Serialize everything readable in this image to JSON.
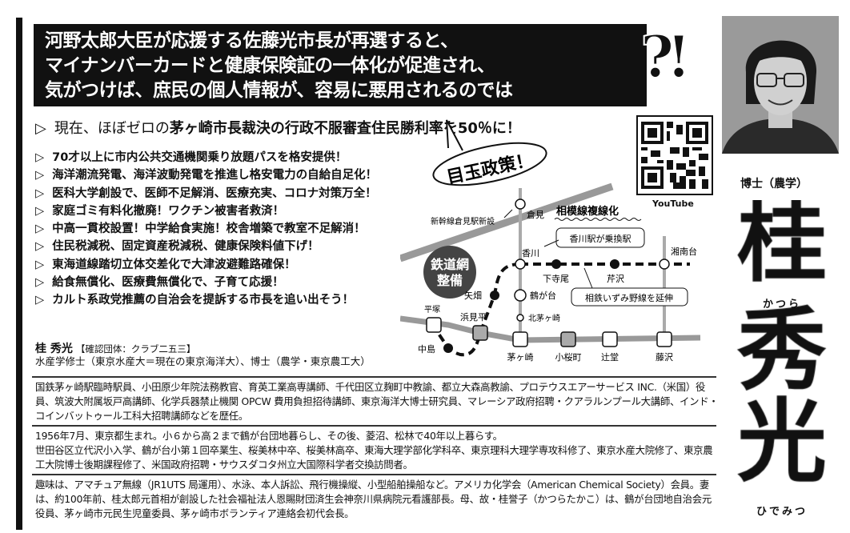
{
  "headline": {
    "lines": [
      "河野太郎大臣が応援する佐藤光市長が再選すると、",
      "マイナンバーカードと健康保険証の一体化が促進され、",
      "気がつけば、庶民の個人情報が、容易に悪用されるのでは"
    ],
    "mark": "?!"
  },
  "lead": {
    "marker": "▷",
    "text_pre": "現在、ほぼゼロの",
    "text_bold": "茅ヶ崎市長裁決の行政不服審査住民勝利率を50％に！"
  },
  "bullets": [
    "70才以上に市内公共交通機関乗り放題パスを格安提供！",
    "海洋潮流発電、海洋波動発電を推進し格安電力の自給自足化！",
    "医科大学創設で、医師不足解消、医療充実、コロナ対策万全！",
    "家庭ゴミ有料化撤廃！ワクチン被害者救済！",
    "中高一貫校設置！中学給食実施！校舎増築で教室不足解消！",
    "住民税減税、固定資産税減税、健康保険料値下げ！",
    "東海道線踏切立体交差化で大津波避難路確保！",
    "給食無償化、医療費無償化で、子育て応援！",
    "カルト系政党推薦の自治会を提訴する市長を追い出そう！"
  ],
  "bio": {
    "name": "桂 秀光",
    "group": "【確認団体：クラブ二五三】",
    "degrees": "水産学修士（東京水産大＝現在の東京海洋大）、博士（農学・東京農工大）"
  },
  "career": "国鉄茅ヶ崎駅臨時駅員、小田原少年院法務教官、育英工業高専講師、千代田区立麹町中教諭、都立大森高教諭、プロテウスエアーサービス INC.（米国）役員、筑波大附属坂戸高講師、化学兵器禁止機関 OPCW 費用負担招待講師、東京海洋大博士研究員、マレーシア政府招聘・クアラルンプール大講師、インド・コインバットゥール工科大招聘講師などを歴任。",
  "history": [
    "1956年7月、東京都生まれ。小６から高２まで鶴が台団地暮らし、その後、菱沼、松林で40年以上暮らす。",
    "世田谷区立代沢小入学、鶴が台小第１回卒業生、桜美林中卒、桜美林高卒、東海大理学部化学科卒、東京理科大理学専攻科修了、東京水産大院修了、東京農工大院博士後期課程修了、米国政府招聘・サウスダコタ州立大国際科学者交換訪問者。"
  ],
  "hobbies": "趣味は、アマチュア無線（JR1UTS 局運用）、水泳、本人訴訟、飛行機操縦、小型船舶操船など。アメリカ化学会（American Chemical Society）会員。妻は、約100年前、桂太郎元首相が創設した社会福祉法人恩賜財団済生会神奈川県病院元看護部長。母、故・桂誉子（かつらたかこ）は、鶴が台団地自治会元役員、茅ヶ崎市元民生児童委員、茅ヶ崎市ボランティア連絡会初代会長。",
  "qr": {
    "label": "YouTube"
  },
  "candidate": {
    "degree": "博士（農学）",
    "name_chars": [
      "桂",
      "秀",
      "光"
    ],
    "reading_family": "かつら",
    "reading_given": "ひでみつ"
  },
  "map": {
    "bubble": "目玉政策！",
    "badge": [
      "鉄道網",
      "整備"
    ],
    "shinkansen": "新幹線倉見駅新設",
    "sagami": "相模線複線化",
    "callout_transfer": "香川駅が乗換駅",
    "callout_sotetsu": "相鉄いずみ野線を延伸",
    "stations": {
      "kurami": "倉見",
      "kagawa": "香川",
      "shimoterao": "下寺尾",
      "serizawa": "芹沢",
      "shonandai": "湘南台",
      "yabata": "矢畑",
      "tsurugadai": "鶴が台",
      "kitachigasaki": "北茅ヶ崎",
      "hiratsuka": "平塚",
      "hamamidaira": "浜見平",
      "nakajima": "中島",
      "chigasaki": "茅ヶ崎",
      "kozakuracho": "小桜町",
      "tsujido": "辻堂",
      "fujisawa": "藤沢"
    }
  }
}
